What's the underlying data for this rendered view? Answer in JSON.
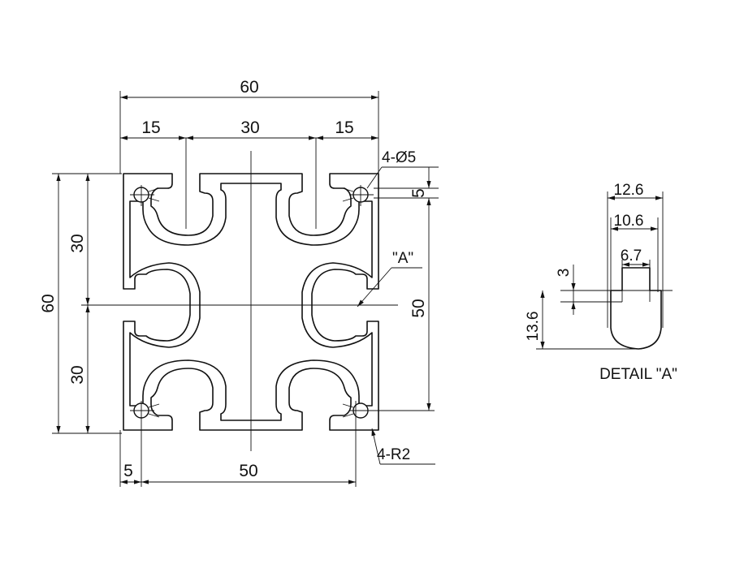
{
  "colors": {
    "line": "#111111",
    "background": "#ffffff"
  },
  "main_view": {
    "dims": {
      "overall_width": "60",
      "left_slot_offset": "15",
      "center_span": "30",
      "right_slot_offset": "15",
      "overall_height": "60",
      "upper_half": "30",
      "lower_half": "30",
      "hole_pitch_vertical": "50",
      "hole_pitch_horizontal": "50",
      "hole_edge_offset_bottom": "5",
      "hole_edge_offset_right": "5"
    },
    "callouts": {
      "holes": "4-Ø5",
      "corner_radius": "4-R2",
      "detail_ref": "\"A\""
    }
  },
  "detail_view": {
    "title": "DETAIL \"A\"",
    "dims": {
      "outer_width": "12.6",
      "inner_width": "10.6",
      "opening": "6.7",
      "lip_thickness": "3",
      "depth": "13.6"
    }
  }
}
